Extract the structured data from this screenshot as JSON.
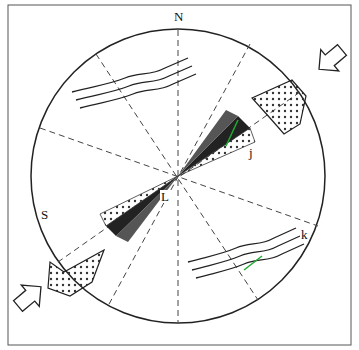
{
  "diagram": {
    "labels": [
      "N",
      "S",
      "j",
      "L",
      "k"
    ]
  }
}
